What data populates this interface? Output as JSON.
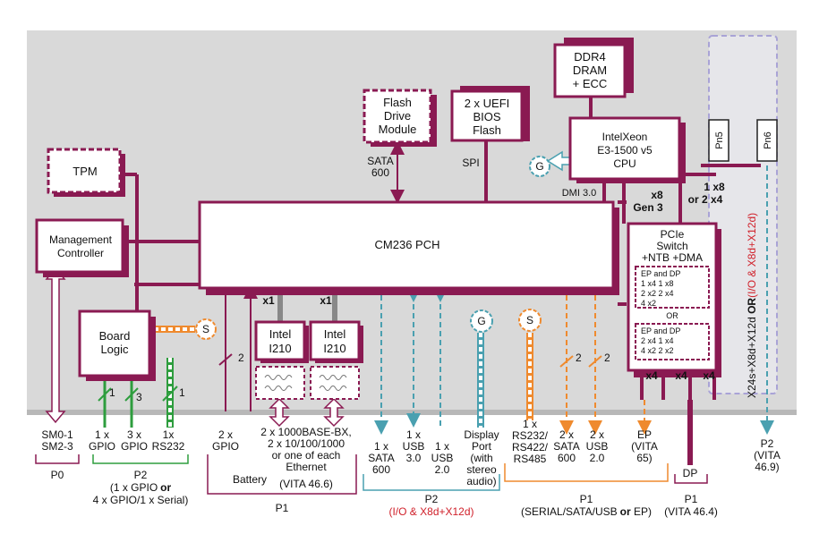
{
  "colors": {
    "board": "#d9d9d9",
    "maroon": "#8a1a52",
    "teal": "#4aa0b0",
    "green": "#2e9d3e",
    "orange": "#ef8a2e",
    "lavender": "#a9a3d6",
    "red_text": "#d0202a"
  },
  "blocks": {
    "ddr4": [
      "DDR4",
      "DRAM",
      "+ ECC"
    ],
    "cpu": [
      "IntelXeon",
      "E3-1500 v5",
      "CPU"
    ],
    "bios": [
      "2 x UEFI",
      "BIOS",
      "Flash"
    ],
    "flash_drive": [
      "Flash",
      "Drive",
      "Module"
    ],
    "tpm": "TPM",
    "mgmt": [
      "Management",
      "Controller"
    ],
    "pch": "CM236 PCH",
    "board_logic": [
      "Board",
      "Logic"
    ],
    "i210_a": [
      "Intel",
      "I210"
    ],
    "i210_b": [
      "Intel",
      "I210"
    ],
    "pcie_switch": [
      "PCIe",
      "Switch",
      "+NTB +DMA"
    ],
    "ep_box1": [
      "EP  and DP",
      "1 x4  1 x8",
      "2 x2  2 x4",
      "4 x2"
    ],
    "or": "OR",
    "ep_box2": [
      "EP  and DP",
      "2 x4  1 x4",
      "4 x2  2 x2"
    ],
    "pn5": "Pn5",
    "pn6": "Pn6",
    "g_cpu": "G",
    "g_dp": "G",
    "s_board": "S",
    "s_serial": "S"
  },
  "labels": {
    "sata600_top": [
      "SATA",
      "600"
    ],
    "spi": "SPI",
    "dmi": "DMI 3.0",
    "x8gen3": [
      "x8",
      "Gen 3"
    ],
    "x1_a": "x1",
    "x1_b": "x1",
    "onex8": [
      "1 x8",
      "or 2 x4"
    ],
    "x4_a": "x4",
    "x4_b": "x4",
    "x4_c": "x4",
    "n2_gpio": "2",
    "n2_sata": "2",
    "n2_usb": "2",
    "n1_gpio": "1",
    "n3_gpio": "3",
    "n1_rs": "1",
    "vertical_black": "X24s+X8d+X12d ",
    "vertical_or": "OR",
    "vertical_red": "(I/O & X8d+X12d)"
  },
  "bottom": {
    "sm": [
      "SM0-1",
      "SM2-3"
    ],
    "gpio1": [
      "1 x",
      "GPIO"
    ],
    "gpio3": [
      "3 x",
      "GPIO"
    ],
    "rs232": [
      "1x",
      "RS232"
    ],
    "gpio2": [
      "2 x",
      "GPIO"
    ],
    "battery": "Battery",
    "ethernet": [
      "2 x 1000BASE-BX,",
      "2 x 10/100/1000",
      "or one of each",
      "Ethernet",
      "(VITA 46.6)"
    ],
    "sata1": [
      "1 x",
      "SATA",
      "600"
    ],
    "usb3": [
      "1 x",
      "USB",
      "3.0"
    ],
    "usb2": [
      "1 x",
      "USB",
      "2.0"
    ],
    "displayport": [
      "Display",
      "Port",
      "(with",
      "stereo",
      "audio)"
    ],
    "serial": [
      "1 x",
      "RS232/",
      "RS422/",
      "RS485"
    ],
    "sata2": [
      "2 x",
      "SATA",
      "600"
    ],
    "usb2b": [
      "2 x",
      "USB",
      "2.0"
    ],
    "ep": [
      "EP",
      "(VITA",
      "65)"
    ],
    "dp": "DP",
    "p2_right": [
      "P2",
      "(VITA",
      "46.9)"
    ]
  },
  "groups": {
    "p0": "P0",
    "p2_left": [
      "P2",
      "(1 x GPIO",
      "or",
      "4 x GPIO/1 x Serial)"
    ],
    "p1_left": "P1",
    "p2_mid": "P2",
    "p2_mid_sub": "(I/O & X8d+X12d)",
    "p1_mid": "P1",
    "p1_mid_sub": "(SERIAL/SATA/USB",
    "p1_mid_or": "or",
    "p1_mid_end": " EP)",
    "p1_right": "P1",
    "p1_right_sub": "(VITA 46.4)"
  }
}
